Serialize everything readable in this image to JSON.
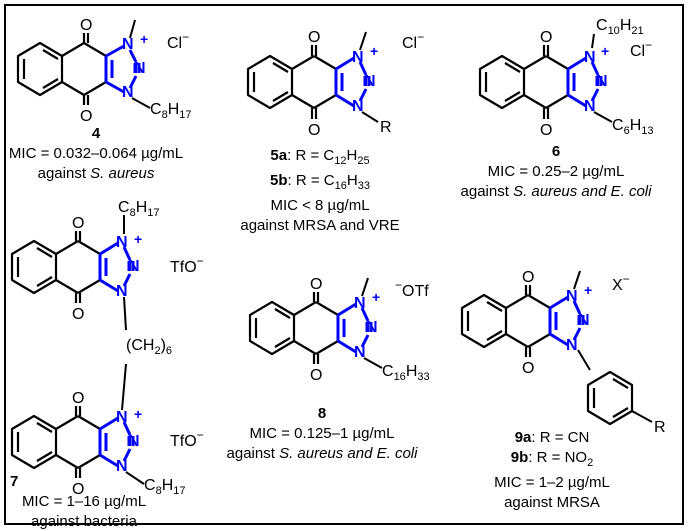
{
  "compounds": [
    {
      "id": "4",
      "atoms": {
        "o1": "O",
        "o2": "O",
        "n1": "N",
        "n2": "N",
        "n3": "N",
        "charge": "+",
        "sub": "C",
        "sub_index": "8",
        "sub_h": "H",
        "sub_h_index": "17",
        "anion": "Cl",
        "anion_charge": "−"
      },
      "caption": {
        "label": "4",
        "mic": "MIC = 0.032–0.064 µg/mL",
        "against": "against ",
        "organism": "S. aureus"
      }
    },
    {
      "id": "5",
      "atoms": {
        "o1": "O",
        "o2": "O",
        "n1": "N",
        "n2": "N",
        "n3": "N",
        "charge": "+",
        "r": "R",
        "anion": "Cl",
        "anion_charge": "−"
      },
      "caption": {
        "a_label": "5a",
        "a_text": ": R = C",
        "a_sub1": "12",
        "a_h": "H",
        "a_sub2": "25",
        "b_label": "5b",
        "b_text": ": R = C",
        "b_sub1": "16",
        "b_h": "H",
        "b_sub2": "33",
        "mic": "MIC < 8 µg/mL",
        "against": "against MRSA and VRE"
      }
    },
    {
      "id": "6",
      "atoms": {
        "o1": "O",
        "o2": "O",
        "n1": "N",
        "n2": "N",
        "n3": "N",
        "charge": "+",
        "top_c": "C",
        "top_ci": "10",
        "top_h": "H",
        "top_hi": "21",
        "sub": "C",
        "sub_index": "6",
        "sub_h": "H",
        "sub_h_index": "13",
        "anion": "Cl",
        "anion_charge": "−"
      },
      "caption": {
        "label": "6",
        "mic": "MIC = 0.25–2 µg/mL",
        "against": "against ",
        "organism": "S. aureus and E. coli"
      }
    },
    {
      "id": "7",
      "atoms": {
        "o1": "O",
        "o2": "O",
        "n1": "N",
        "n2": "N",
        "n3": "N",
        "charge": "+",
        "top_c": "C",
        "top_ci": "8",
        "top_h": "H",
        "top_hi": "17",
        "anion": "TfO",
        "anion_charge": "−",
        "linker": "(CH",
        "linker_i": "2",
        "linker_close": ")",
        "linker_n": "6",
        "o3": "O",
        "o4": "O",
        "n4": "N",
        "n5": "N",
        "n6": "N",
        "charge2": "+",
        "anion2": "TfO",
        "anion2_charge": "−",
        "sub": "C",
        "sub_index": "8",
        "sub_h": "H",
        "sub_h_index": "17"
      },
      "caption": {
        "label": "7",
        "mic": "MIC = 1–16 µg/mL",
        "against": "against bacteria"
      }
    },
    {
      "id": "8",
      "atoms": {
        "o1": "O",
        "o2": "O",
        "n1": "N",
        "n2": "N",
        "n3": "N",
        "charge": "+",
        "anion": "OTf",
        "anion_charge": "−",
        "sub": "C",
        "sub_index": "16",
        "sub_h": "H",
        "sub_h_index": "33"
      },
      "caption": {
        "label": "8",
        "mic": "MIC = 0.125–1 µg/mL",
        "against": "against ",
        "organism": "S. aureus and E. coli"
      }
    },
    {
      "id": "9",
      "atoms": {
        "o1": "O",
        "o2": "O",
        "n1": "N",
        "n2": "N",
        "n3": "N",
        "charge": "+",
        "anion": "X",
        "anion_charge": "−",
        "r": "R"
      },
      "caption": {
        "a_label": "9a",
        "a_text": ": R = CN",
        "b_label": "9b",
        "b_text": ": R = NO",
        "b_sub": "2",
        "mic": "MIC = 1–2 µg/mL",
        "against": "against MRSA"
      }
    }
  ],
  "colors": {
    "bond": "#000000",
    "triazole": "#0000ff",
    "text": "#000000"
  }
}
